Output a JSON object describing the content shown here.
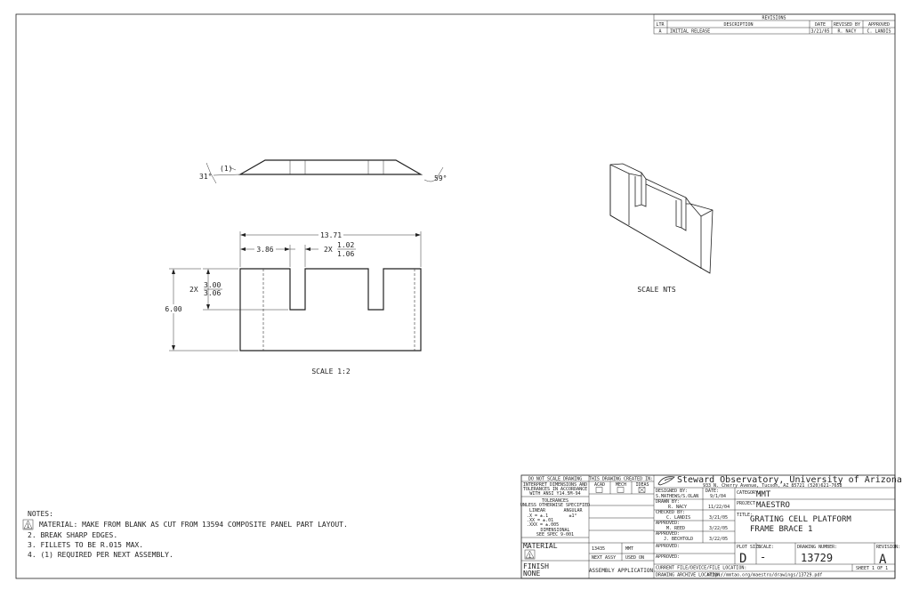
{
  "revisions": {
    "title": "REVISIONS",
    "headers": [
      "LTR",
      "DESCRIPTION",
      "DATE",
      "REVISED BY",
      "APPROVED"
    ],
    "row": [
      "A",
      "INITIAL RELEASE",
      "3/21/05",
      "R. NACY",
      "C. LANDIS"
    ]
  },
  "top_view": {
    "left_note": "(1)",
    "left_angle": "31°",
    "right_angle": "59°"
  },
  "front_view": {
    "overall_width": "13.71",
    "offset": "3.86",
    "slot_prefix": "2X",
    "slot_width_1": "1.02",
    "slot_width_2": "1.06",
    "depth_prefix": "2X",
    "depth_1": "3.00",
    "depth_2": "3.06",
    "height": "6.00",
    "scale": "SCALE 1:2"
  },
  "iso_view": {
    "scale": "SCALE NTS"
  },
  "notes": {
    "title": "NOTES:",
    "items": [
      "MATERIAL: MAKE FROM BLANK AS CUT FROM 13594 COMPOSITE PANEL PART LAYOUT.",
      "2. BREAK SHARP EDGES.",
      "3. FILLETS TO BE R.015 MAX.",
      "4. (1) REQUIRED PER NEXT ASSEMBLY."
    ],
    "item1_flag": "1"
  },
  "title_block": {
    "do_not_scale": "DO NOT SCALE DRAWING",
    "interpret_1": "INTERPRET DIMENSIONS AND",
    "interpret_2": "TOLERANCES IN ACCORDANCE",
    "interpret_3": "WITH ANSI Y14.5M-94",
    "tolerances": "TOLERANCES",
    "unless": "UNLESS OTHERWISE SPECIFIED",
    "linear": "LINEAR",
    "angular": "ANGULAR",
    "tol_1": ".X   = ±.1",
    "tol_2": ".XX  = ±.01",
    "tol_3": ".XXX = ±.005",
    "angular_value": "±1°",
    "dimensional": "DIMENSIONAL",
    "std_spec": "SEE SPEC 9-001",
    "created_in": "THIS DRAWING CREATED IN:",
    "cad_opts": [
      "ACAD",
      "MECH",
      "IDEAS"
    ],
    "material_label": "MATERIAL",
    "material_flag": "1",
    "finish_label": "FINISH",
    "finish_value": "NONE",
    "next_assy_num": "13435",
    "next_assy_code": "MMT",
    "next_assy_label": "NEXT ASSY",
    "used_on_label": "USED ON",
    "application": "ASSEMBLY APPLICATION",
    "org_name": "Steward Observatory, University of Arizona",
    "org_address": "933 N. Cherry Avenue, Tucson, AZ  85721   (520)621-7658",
    "designed_by_label": "DESIGNED BY:",
    "designed_by": "S.MATHEWS/S.OLAN",
    "date_label": "DATE:",
    "designed_date": "9/1/04",
    "drawn_by_label": "DRAWN BY:",
    "drawn_by": "R. NACY",
    "drawn_date": "11/22/04",
    "checked_label": "CHECKED BY:",
    "checked_by": "C. LANDIS",
    "checked_date": "3/21/05",
    "approved_label": "APPROVED:",
    "approved_by_1": "M. REED",
    "approved_date_1": "3/22/05",
    "approved_by_2": "J. BECHTOLD",
    "approved_date_2": "3/22/05",
    "approved_label_3": "APPROVED:",
    "approved_label_4": "APPROVED:",
    "category_label": "CATEGORY:",
    "category": "MMT",
    "project_label": "PROJECT:",
    "project": "MAESTRO",
    "title_label": "TITLE:",
    "title_1": "GRATING CELL PLATFORM",
    "title_2": "FRAME BRACE 1",
    "plot_size_label": "PLOT SIZE",
    "scale_label": "SCALE:",
    "plot_size": "D",
    "scale_value": "-",
    "drawing_number_label": "DRAWING NUMBER:",
    "drawing_number": "13729",
    "revision_label": "REVISION:",
    "revision": "A",
    "sheet": "SHEET 1 OF 1",
    "file_location_label": "CURRENT FILE/DEVICE/FILE LOCATION:",
    "archive_label": "DRAWING ARCHIVE LOCATION:",
    "archive_value": "http://mmtao.org/maestro/drawings/13729.pdf"
  }
}
